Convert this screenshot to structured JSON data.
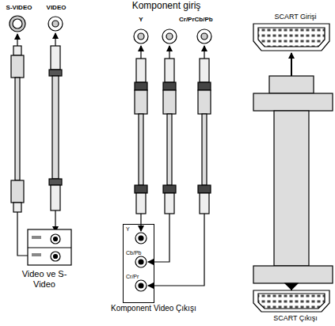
{
  "diagram": {
    "nodes": [
      {
        "text": [
          "Y",
          "Cb/Pb",
          "Cr/Pr"
        ]
      }
    ],
    "labels": [
      "S-VIDEO",
      "VIDEO",
      "Komponent giriş",
      "Y",
      "Cr/PrCb/Pb",
      "Video ve S-Video",
      "Komponent Video Çıkışı",
      "SCART Girişi",
      "SCART Çıkışı"
    ]
  }
}
